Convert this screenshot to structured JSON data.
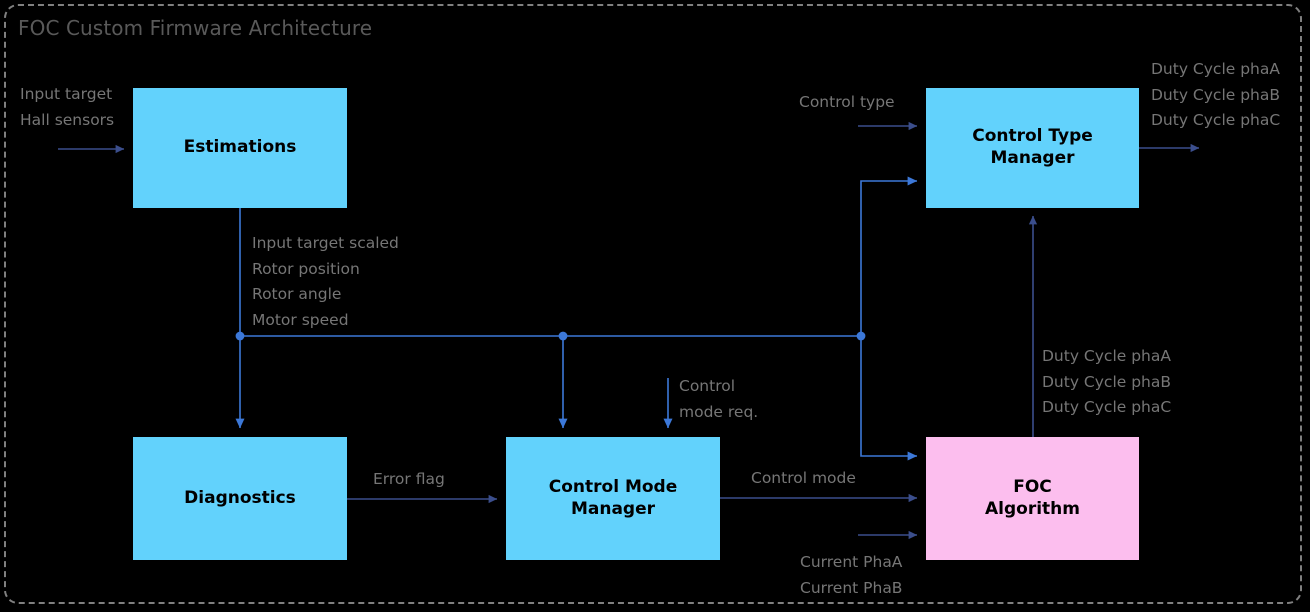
{
  "diagram": {
    "title": "FOC Custom Firmware Architecture",
    "frame_style": "dashed-rounded-rectangle",
    "background": "#000000"
  },
  "colors": {
    "node_process": "#62D2FC",
    "node_algorithm": "#FCBEEE",
    "wire_dark": "#3B4E8C",
    "wire_blue": "#3C78D8",
    "label_text": "#767676",
    "title_text": "#595959",
    "frame": "#808080"
  },
  "nodes": [
    {
      "id": "estimations",
      "label": "Estimations",
      "kind": "cyan"
    },
    {
      "id": "control-type-manager",
      "label": "Control Type\nManager",
      "kind": "cyan"
    },
    {
      "id": "diagnostics",
      "label": "Diagnostics",
      "kind": "cyan"
    },
    {
      "id": "control-mode-manager",
      "label": "Control Mode\nManager",
      "kind": "cyan"
    },
    {
      "id": "foc-algorithm",
      "label": "FOC\nAlgorithm",
      "kind": "pink"
    }
  ],
  "labels": {
    "input_estimations": "Input target\nHall sensors",
    "estimations_outputs": "Input target scaled\nRotor position\nRotor angle\nMotor speed",
    "control_type": "Control type",
    "duty_cycle_out": "Duty Cycle phaA\nDuty Cycle phaB\nDuty Cycle phaC",
    "duty_cycle_feedback": "Duty Cycle phaA\nDuty Cycle phaB\nDuty Cycle phaC",
    "control_mode_req": "Control\nmode req.",
    "error_flag": "Error flag",
    "control_mode": "Control mode",
    "current_phases": "Current PhaA\nCurrent PhaB"
  },
  "connections": [
    {
      "from": "external-input",
      "to": "estimations",
      "signal": "Input target / Hall sensors"
    },
    {
      "from": "estimations",
      "to": "diagnostics",
      "signal": "Input target scaled, Rotor position, Rotor angle, Motor speed"
    },
    {
      "from": "estimations",
      "to": "control-mode-manager",
      "signal": "Input target scaled, Rotor position, Rotor angle, Motor speed"
    },
    {
      "from": "estimations",
      "to": "control-type-manager",
      "signal": "Input target scaled, Rotor position, Rotor angle, Motor speed"
    },
    {
      "from": "estimations",
      "to": "foc-algorithm",
      "signal": "Input target scaled, Rotor position, Rotor angle, Motor speed"
    },
    {
      "from": "diagnostics",
      "to": "control-mode-manager",
      "signal": "Error flag"
    },
    {
      "from": "external-input",
      "to": "control-mode-manager",
      "signal": "Control mode req."
    },
    {
      "from": "control-mode-manager",
      "to": "foc-algorithm",
      "signal": "Control mode"
    },
    {
      "from": "external-input",
      "to": "foc-algorithm",
      "signal": "Current PhaA / Current PhaB"
    },
    {
      "from": "foc-algorithm",
      "to": "control-type-manager",
      "signal": "Duty Cycle phaA / phaB / phaC"
    },
    {
      "from": "external-input",
      "to": "control-type-manager",
      "signal": "Control type"
    },
    {
      "from": "control-type-manager",
      "to": "external-output",
      "signal": "Duty Cycle phaA / phaB / phaC"
    }
  ]
}
